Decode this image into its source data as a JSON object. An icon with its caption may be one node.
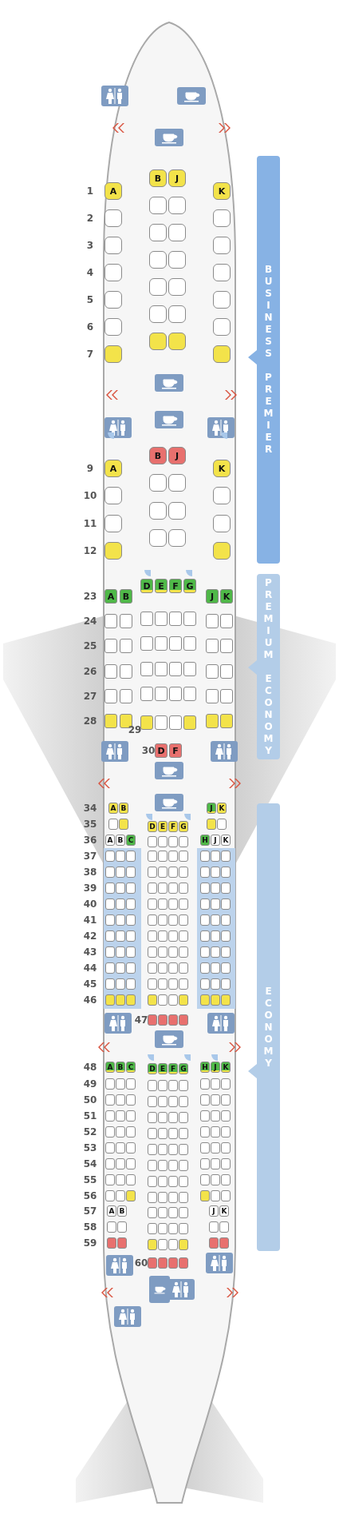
{
  "diagram": {
    "nodes": [
      {
        "text": [
          "BUSINESS PREMIER"
        ]
      },
      {
        "text": [
          "PREMIUM ECONOMY"
        ]
      },
      {
        "text": [
          "ECONOMY"
        ]
      }
    ],
    "labels": [
      "1",
      "A",
      "B",
      "J",
      "K",
      "2",
      "3",
      "4",
      "5",
      "6",
      "7",
      "9",
      "A",
      "B",
      "J",
      "K",
      "10",
      "11",
      "12",
      "23",
      "A",
      "B",
      "D",
      "E",
      "F",
      "G",
      "J",
      "K",
      "24",
      "25",
      "26",
      "27",
      "28",
      "29",
      "30",
      "D",
      "F",
      "34",
      "A",
      "B",
      "J",
      "K",
      "35",
      "D",
      "E",
      "F",
      "G",
      "36",
      "A",
      "B",
      "C",
      "H",
      "J",
      "K",
      "37",
      "38",
      "39",
      "40",
      "41",
      "42",
      "43",
      "44",
      "45",
      "46",
      "47",
      "48",
      "A",
      "B",
      "C",
      "D",
      "E",
      "F",
      "G",
      "H",
      "J",
      "K",
      "49",
      "50",
      "51",
      "52",
      "53",
      "54",
      "55",
      "56",
      "57",
      "A",
      "B",
      "J",
      "K",
      "58",
      "59",
      "60"
    ]
  }
}
